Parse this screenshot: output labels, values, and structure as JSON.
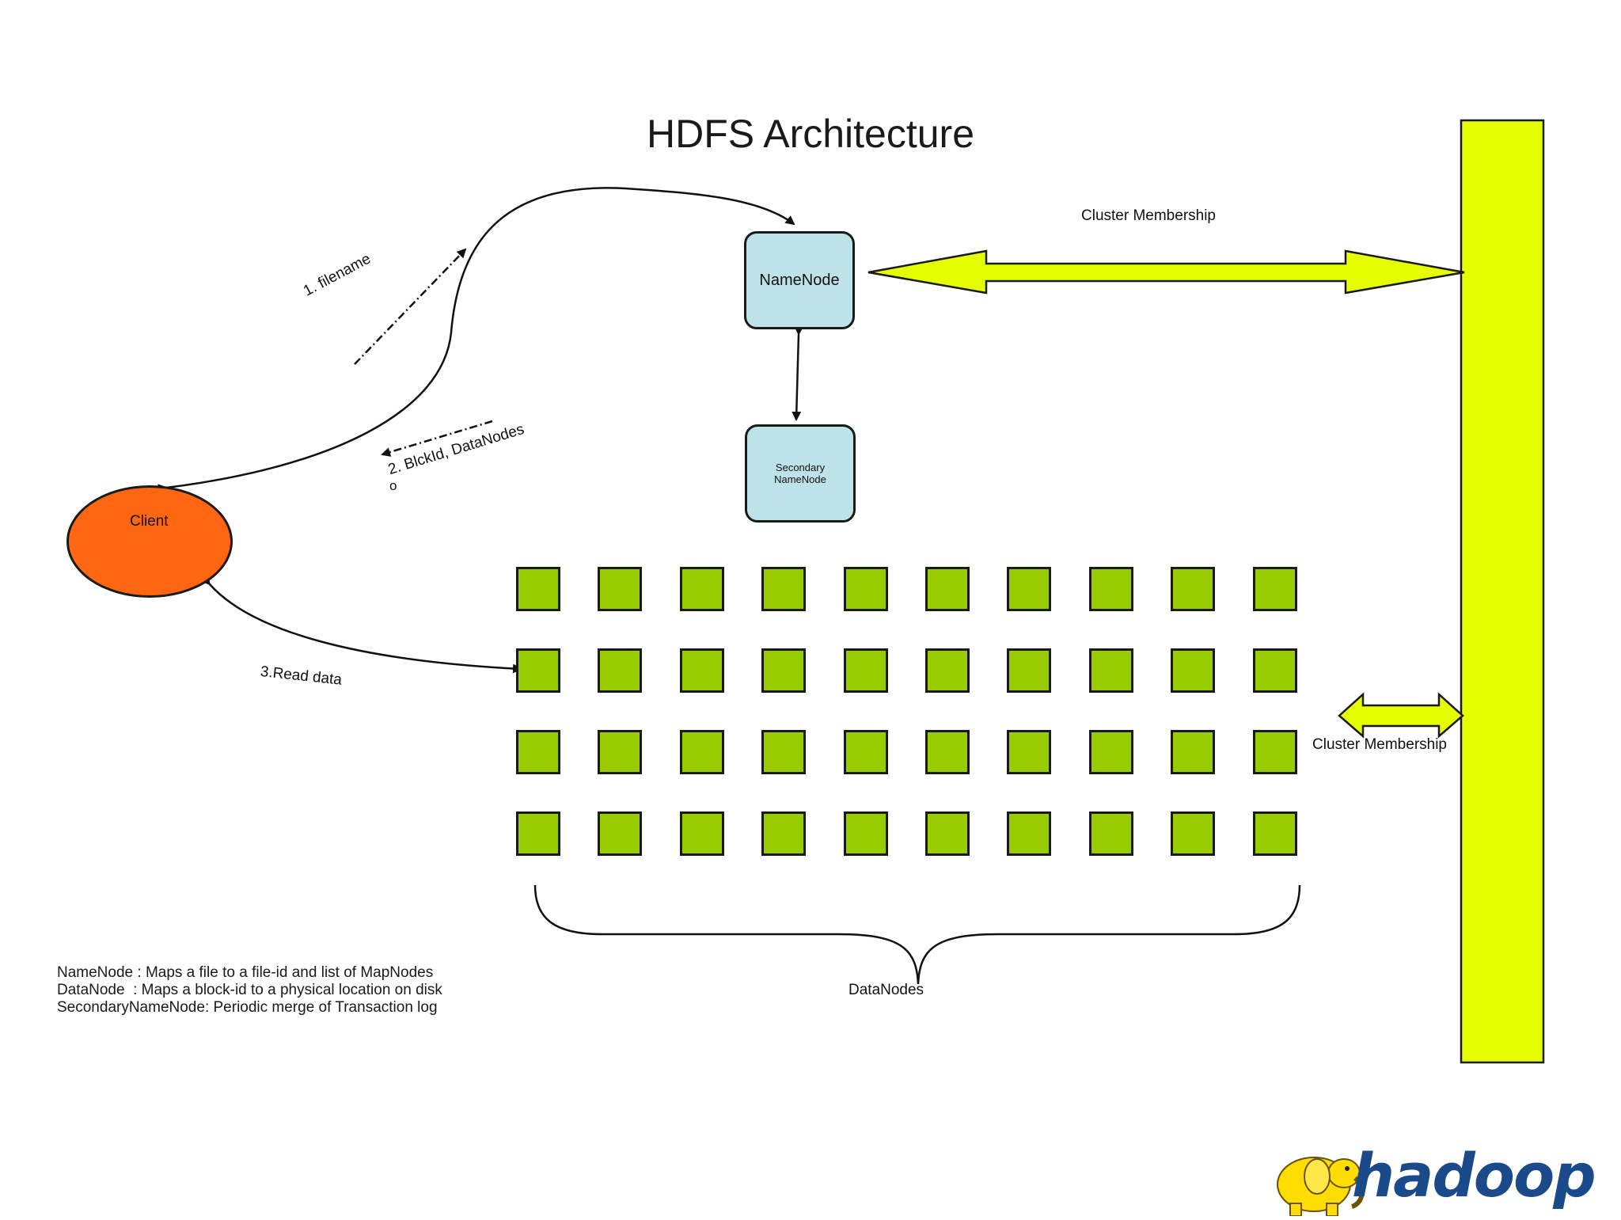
{
  "title": "HDFS Architecture",
  "namenode": {
    "label": "NameNode"
  },
  "secondary_namenode": {
    "label_line1": "Secondary",
    "label_line2": "NameNode"
  },
  "client": {
    "label": "Client"
  },
  "steps": {
    "filename": "1. filename",
    "blockid": "2. BlckId, DataNodes",
    "blockid_tail": "o",
    "read": "3.Read data"
  },
  "cluster_membership_top": "Cluster Membership",
  "cluster_membership_side": "Cluster Membership",
  "datanodes_label": "DataNodes",
  "datanodes_grid": {
    "rows": 4,
    "cols": 10
  },
  "legend": [
    "NameNode : Maps a file to a file-id and list of MapNodes",
    "DataNode  : Maps a block-id to a physical location on disk",
    "SecondaryNameNode: Periodic merge of Transaction log"
  ],
  "logo": {
    "text": "hadoop"
  },
  "colors": {
    "namenode_fill": "#bde3e8",
    "client_fill": "#ff6611",
    "datanode_fill": "#99cc00",
    "cluster_bar_fill": "#e6ff00",
    "logo_blue": "#1a4a8a",
    "logo_elephant": "#ffdd00"
  }
}
